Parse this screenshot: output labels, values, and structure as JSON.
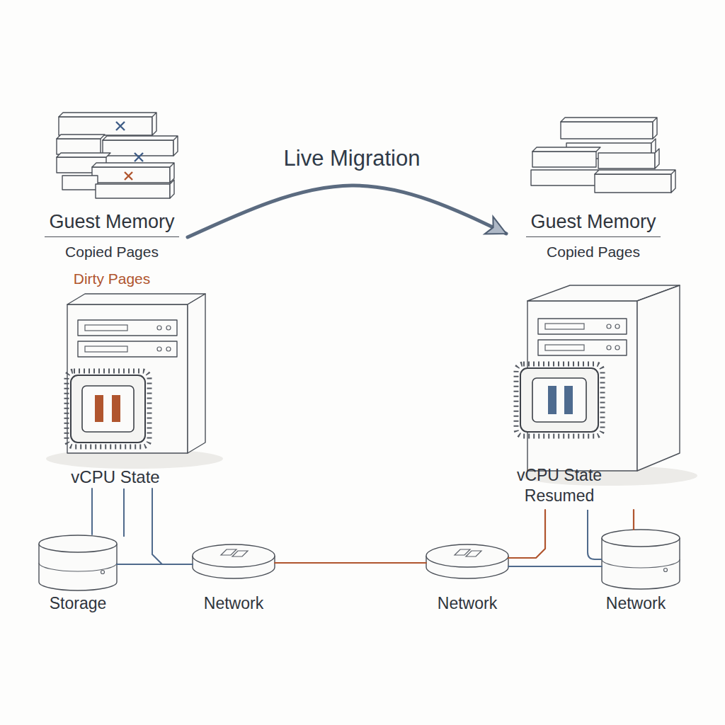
{
  "diagram": {
    "nodes": [
      {
        "text": [
          "Guest Memory",
          "Copied Pages",
          "Dirty Pages"
        ]
      },
      {
        "text": [
          "Guest Memory",
          "Copied Pages"
        ]
      },
      {
        "text": [
          "vCPU State"
        ]
      },
      {
        "text": [
          "vCPU State Resumed"
        ]
      },
      {
        "text": [
          "Storage"
        ]
      },
      {
        "text": [
          "Network"
        ]
      },
      {
        "text": [
          "Network"
        ]
      },
      {
        "text": [
          "Network"
        ]
      }
    ],
    "edges": [
      {
        "from": 0,
        "to": 1,
        "arrow": "to",
        "label": "Live Migration"
      },
      {
        "from": 2,
        "to": 4,
        "arrow": "none"
      },
      {
        "from": 2,
        "to": 5,
        "arrow": "none"
      },
      {
        "from": 4,
        "to": 5,
        "arrow": "none"
      },
      {
        "from": 5,
        "to": 6,
        "arrow": "none"
      },
      {
        "from": 6,
        "to": 3,
        "arrow": "none"
      },
      {
        "from": 6,
        "to": 7,
        "arrow": "none"
      },
      {
        "from": 3,
        "to": 7,
        "arrow": "none"
      }
    ]
  }
}
